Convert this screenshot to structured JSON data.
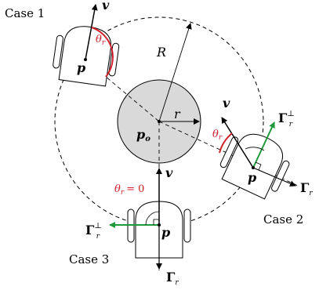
{
  "labels": {
    "case1": "Case 1",
    "case2": "Case 2",
    "case3": "Case 3",
    "R": "R",
    "r": "r",
    "p_o": "p",
    "p_o_sub": "o",
    "p": "p",
    "v": "v",
    "theta_r": "θ",
    "theta_sub": "r",
    "theta_zero": "= 0",
    "gamma": "Γ",
    "gamma_sub": "r",
    "perp": "⊥"
  },
  "colors": {
    "obstacle_fill": "#d9d9d9",
    "angle": "#d0202a",
    "gamma_perp": "#1e9a3c",
    "line": "#000000"
  }
}
